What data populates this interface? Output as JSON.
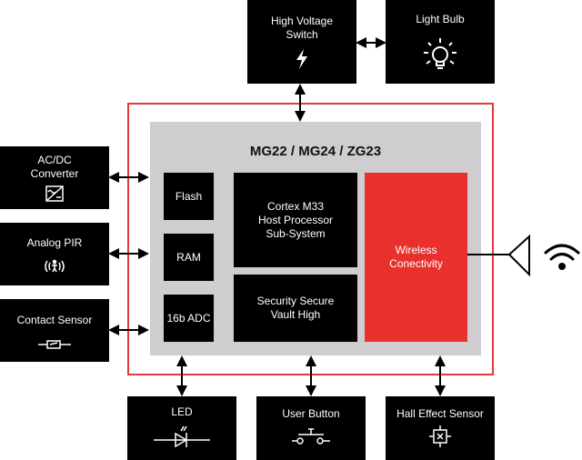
{
  "chip": {
    "title": "MG22 / MG24 / ZG23",
    "blocks": {
      "flash": "Flash",
      "ram": "RAM",
      "adc": "16b ADC",
      "cortex": [
        "Cortex M33",
        "Host Processor",
        "Sub-System"
      ],
      "security": [
        "Security Secure",
        "Vault High"
      ],
      "wireless": [
        "Wireless",
        "Conectivity"
      ]
    }
  },
  "top": {
    "hv_switch": {
      "label": [
        "High Voltage",
        "Switch"
      ],
      "icon": "lightning-icon"
    },
    "light_bulb": {
      "label": [
        "Light Bulb"
      ],
      "icon": "light-bulb-icon"
    }
  },
  "left": {
    "acdc": {
      "label": [
        "AC/DC",
        "Converter"
      ],
      "icon": "converter-icon"
    },
    "pir": {
      "label": [
        "Analog PIR"
      ],
      "icon": "motion-sensor-icon"
    },
    "contact": {
      "label": [
        "Contact Sensor"
      ],
      "icon": "reed-switch-icon"
    }
  },
  "bottom": {
    "led": {
      "label": [
        "LED"
      ],
      "icon": "led-diode-icon"
    },
    "button": {
      "label": [
        "User Button"
      ],
      "icon": "push-button-icon"
    },
    "hall": {
      "label": [
        "Hall Effect Sensor"
      ],
      "icon": "hall-sensor-icon"
    }
  },
  "antenna": {
    "icon": "antenna-icon",
    "signal": "wifi-icon"
  },
  "colors": {
    "accent": "#e8312c",
    "frame": "#e5383b",
    "chip": "#cfcdd0",
    "block": "#000000"
  }
}
